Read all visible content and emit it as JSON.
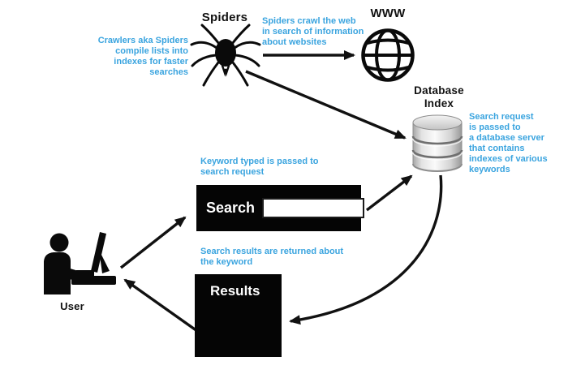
{
  "colors": {
    "annotation_blue": "#3AA4DF",
    "node_black": "#050505",
    "canvas_bg": "#ffffff",
    "database_silver": "#d9d9d9"
  },
  "nodes": {
    "spiders": {
      "label": "Spiders",
      "icon": "spider-icon"
    },
    "www": {
      "label": "WWW",
      "icon": "globe-icon"
    },
    "database_index": {
      "label_line1": "Database",
      "label_line2": "Index",
      "icon": "database-cylinder-icon"
    },
    "search": {
      "label": "Search",
      "input_value": "",
      "input_placeholder": ""
    },
    "results": {
      "label": "Results"
    },
    "user": {
      "label": "User",
      "icon": "person-at-computer-icon"
    }
  },
  "annotations": {
    "crawlers_note": {
      "lines": [
        "Crawlers aka Spiders",
        "compile lists into",
        "indexes for faster",
        "searches"
      ]
    },
    "crawl_note": {
      "lines": [
        "Spiders crawl the web",
        "in search of information",
        "about websites"
      ]
    },
    "search_request_note": {
      "lines": [
        "Search request",
        "is passed to",
        "a database server",
        "that contains",
        "indexes of various",
        "keywords"
      ]
    },
    "keyword_note": {
      "lines": [
        "Keyword typed is passed to",
        "search request"
      ]
    },
    "results_note": {
      "lines": [
        "Search results are returned about",
        "the keyword"
      ]
    }
  },
  "arrows": [
    {
      "from": "spiders",
      "to": "www",
      "style": "straight"
    },
    {
      "from": "spiders",
      "to": "database_index",
      "style": "straight"
    },
    {
      "from": "search",
      "to": "database_index",
      "style": "straight"
    },
    {
      "from": "user",
      "to": "search",
      "style": "straight"
    },
    {
      "from": "results",
      "to": "user",
      "style": "straight"
    },
    {
      "from": "database_index",
      "to": "results",
      "style": "curved"
    }
  ]
}
